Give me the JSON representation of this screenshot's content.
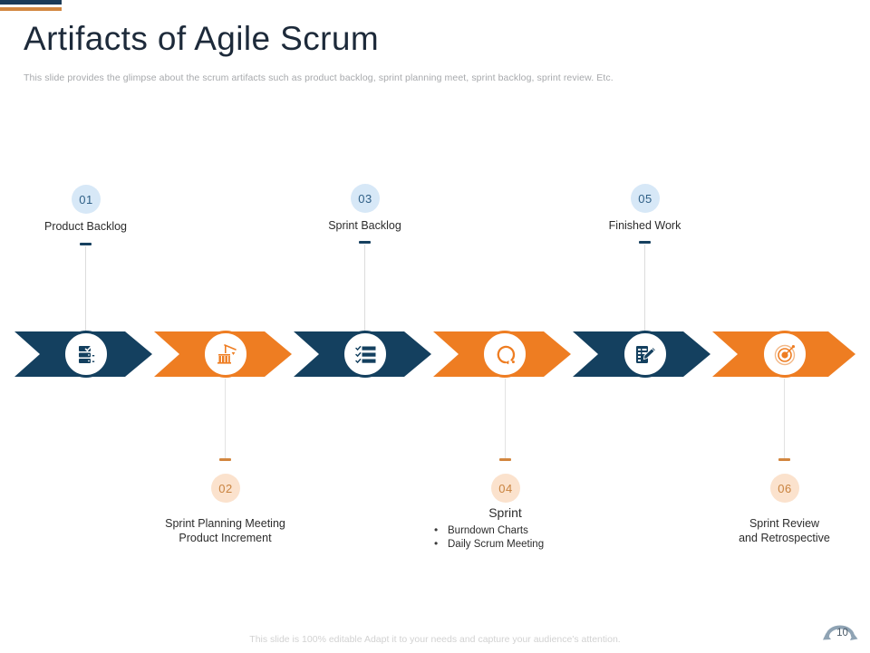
{
  "accent": {
    "navy": "#1b3a57",
    "orange": "#d2863f"
  },
  "header": {
    "title": "Artifacts of Agile Scrum",
    "subtitle": "This slide provides the glimpse about the scrum artifacts such as product backlog, sprint planning meet, sprint backlog, sprint review. Etc."
  },
  "colors": {
    "arrow_navy": "#14405f",
    "arrow_orange": "#ee7d22",
    "circle_blue": "#d7e8f7",
    "circle_peach": "#fbe2cd",
    "number_blue_text": "#2e5f86",
    "number_peach_text": "#c9833f"
  },
  "steps": [
    {
      "number": "01",
      "label": "Product Backlog",
      "position": "top",
      "accent": "navy",
      "icon": "server-checklist-icon"
    },
    {
      "number": "02",
      "label": "Sprint Planning Meeting\nProduct Increment",
      "line1": "Sprint Planning Meeting",
      "line2": "Product Increment",
      "position": "bottom",
      "accent": "orange",
      "icon": "crane-construction-icon"
    },
    {
      "number": "03",
      "label": "Sprint Backlog",
      "position": "top",
      "accent": "navy",
      "icon": "checklist-lines-icon"
    },
    {
      "number": "04",
      "label": "Sprint",
      "position": "bottom",
      "accent": "orange",
      "icon": "circular-arrow-cycle-icon",
      "bullets": [
        "Burndown Charts",
        "Daily Scrum Meeting"
      ]
    },
    {
      "number": "05",
      "label": "Finished Work",
      "position": "top",
      "accent": "navy",
      "icon": "clipboard-pen-icon"
    },
    {
      "number": "06",
      "label": "Sprint Review\nand Retrospective",
      "line1": "Sprint Review",
      "line2": "and Retrospective",
      "position": "bottom",
      "accent": "orange",
      "icon": "target-bullseye-icon"
    }
  ],
  "footer": {
    "note": "This slide is 100% editable Adapt it to your needs and capture your audience's attention.",
    "page_number": "10"
  }
}
